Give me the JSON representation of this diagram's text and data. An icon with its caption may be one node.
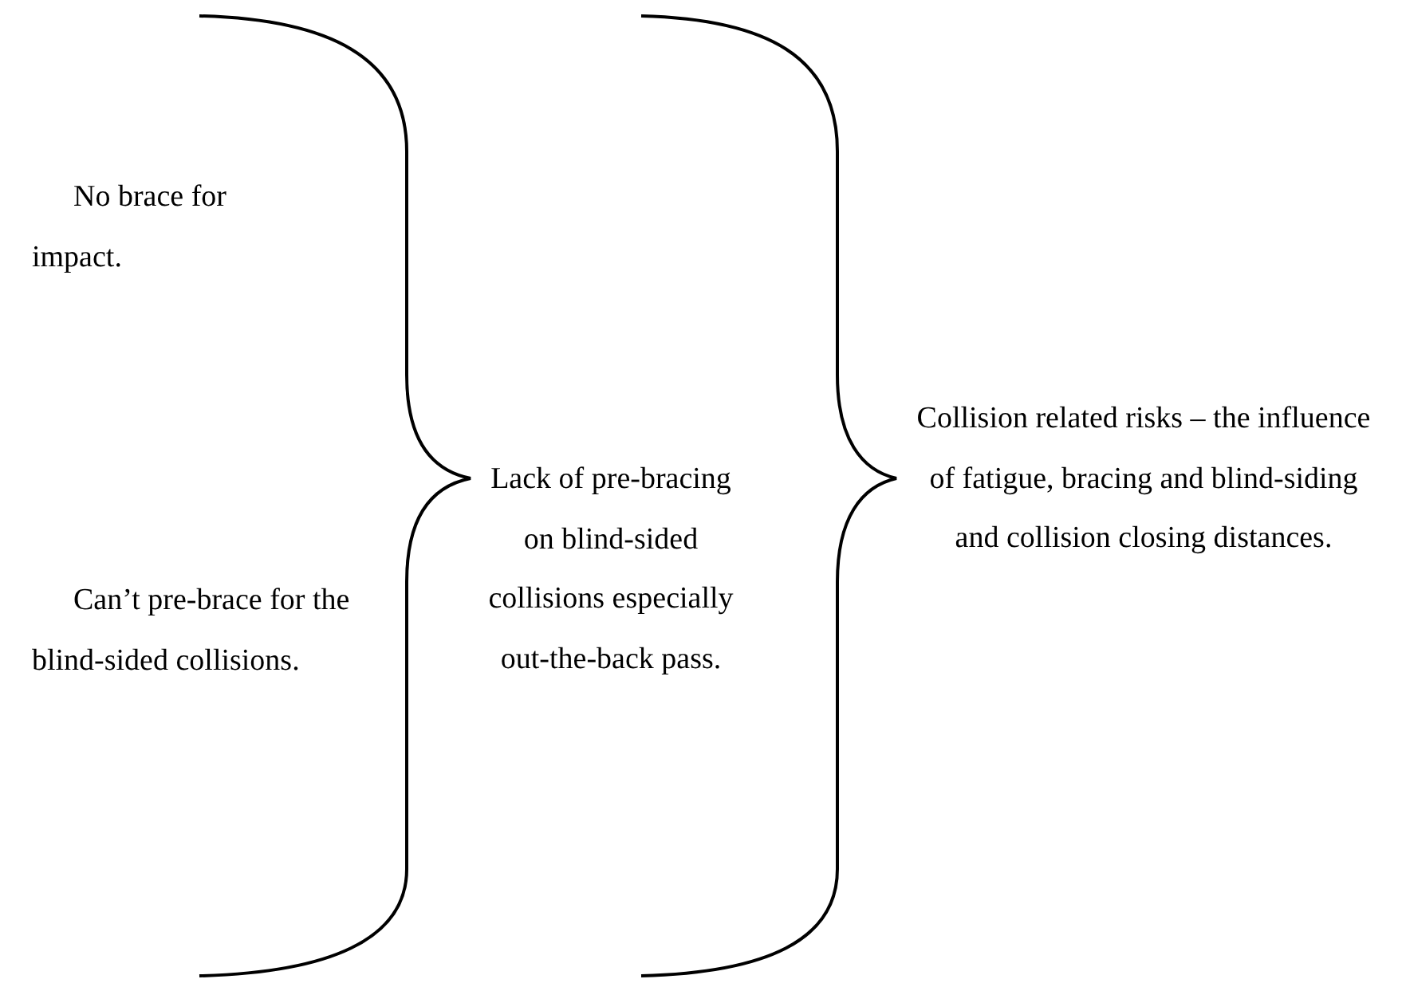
{
  "diagram": {
    "labels": [
      "No brace for impact.",
      "Can’t pre-brace for the blind-sided collisions.",
      "Lack of pre-bracing on blind-sided collisions especially out-the-back pass.",
      "Collision related risks – the influence of fatigue, bracing and blind-siding and collision closing distances."
    ]
  }
}
